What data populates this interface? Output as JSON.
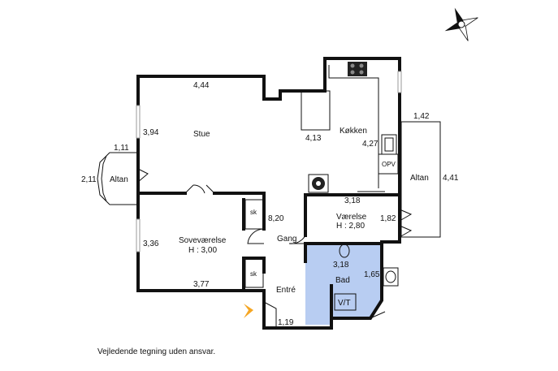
{
  "rooms": {
    "stue": "Stue",
    "koekken": "Køkken",
    "altan_left": "Altan",
    "altan_right": "Altan",
    "sovevaerelse": "Soveværelse",
    "sovevaerelse_height": "H : 3,00",
    "vaerelse": "Værelse",
    "vaerelse_height": "H : 2,80",
    "gang": "Gang",
    "bad": "Bad",
    "entre": "Entré"
  },
  "fixtures": {
    "opv": "OPV",
    "vt": "V/T",
    "sk_top": "sk",
    "sk_bottom": "sk"
  },
  "dimensions": {
    "d_444": "4,44",
    "d_394": "3,94",
    "d_111": "1,11",
    "d_211": "2,11",
    "d_413": "4,13",
    "d_427": "4,27",
    "d_142": "1,42",
    "d_441": "4,41",
    "d_318_top": "3,18",
    "d_182": "1,82",
    "d_820": "8,20",
    "d_336": "3,36",
    "d_377": "3,77",
    "d_318_bad": "3,18",
    "d_165": "1,65",
    "d_119": "1,19"
  },
  "colors": {
    "bathroom_fill": "#b8cdf2",
    "entry_arrow": "#f5a623"
  },
  "compass_icon": "compass-rose-icon",
  "disclaimer": "Vejledende tegning uden ansvar."
}
